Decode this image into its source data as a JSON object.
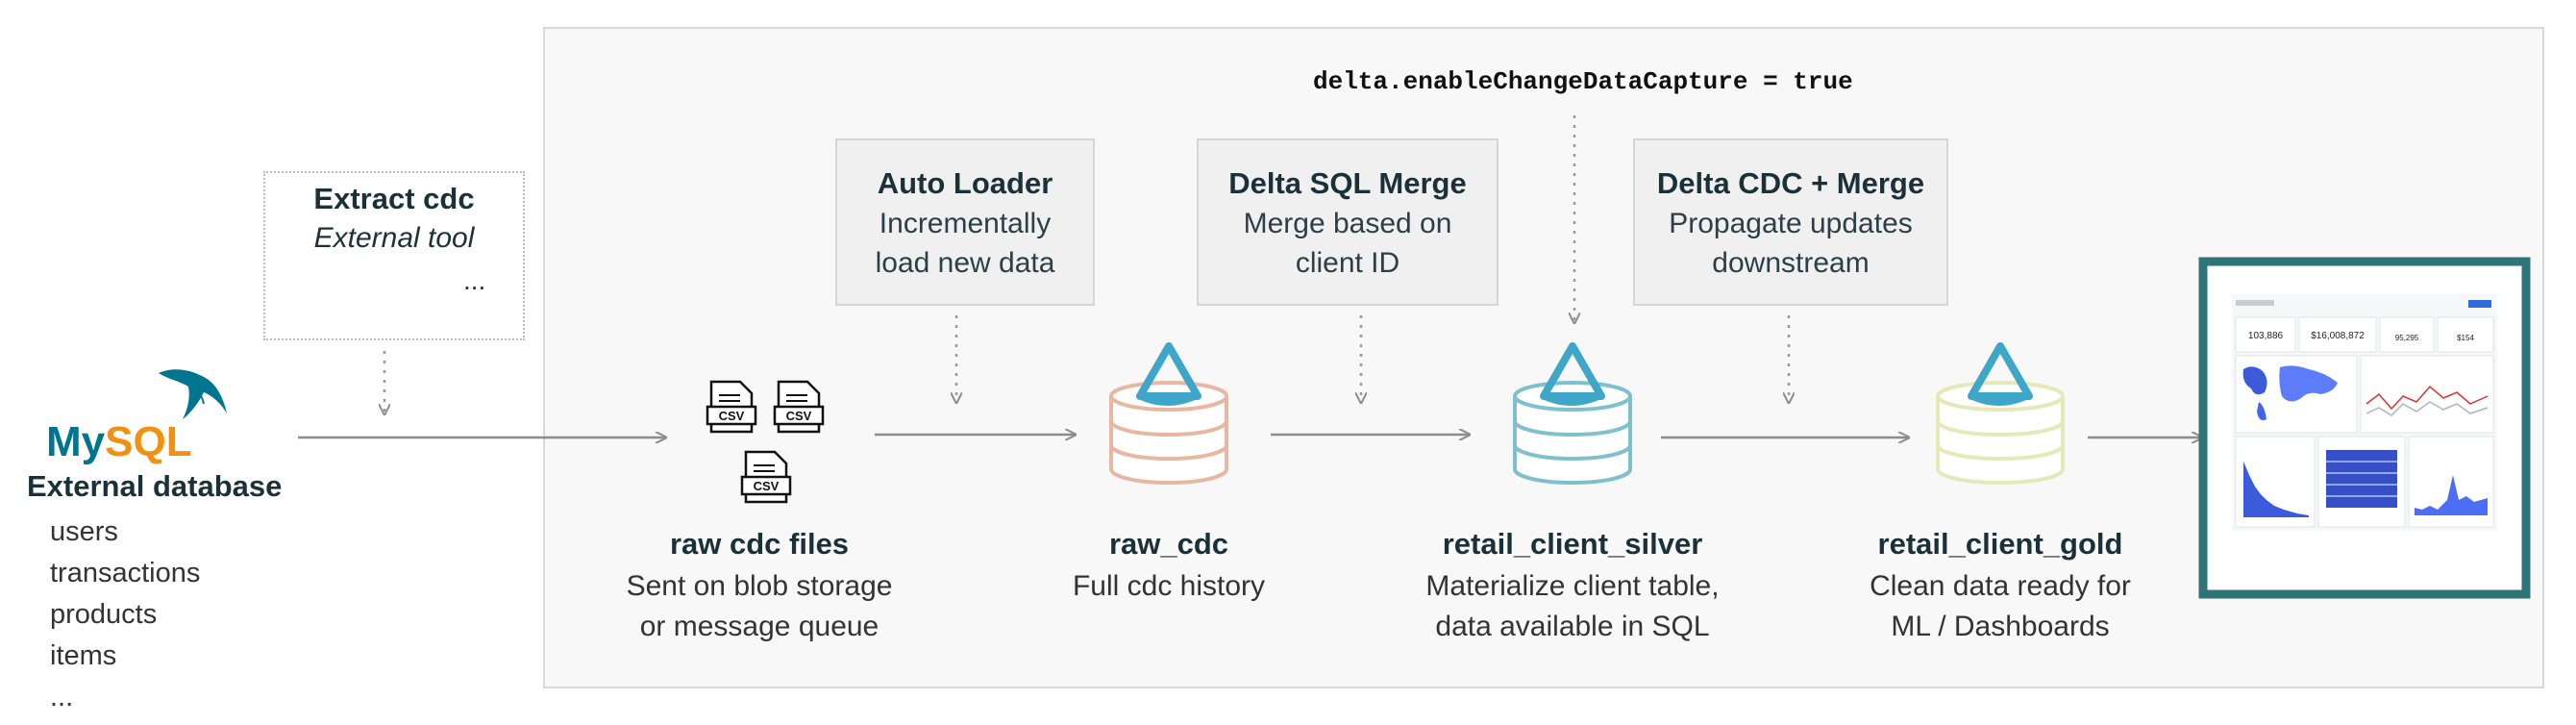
{
  "config_text": "delta.enableChangeDataCapture = true",
  "external_db": {
    "logo_text": "MySQL",
    "title": "External database",
    "tables": [
      "users",
      "transactions",
      "products",
      "items",
      "..."
    ]
  },
  "extract": {
    "title": "Extract cdc",
    "subtitle": "External tool",
    "more": "..."
  },
  "process_boxes": [
    {
      "title": "Auto Loader",
      "lines": [
        "Incrementally",
        "load new data"
      ]
    },
    {
      "title": "Delta SQL Merge",
      "lines": [
        "Merge based on",
        "client ID"
      ]
    },
    {
      "title": "Delta CDC + Merge",
      "lines": [
        "Propagate updates",
        "downstream"
      ]
    }
  ],
  "stages": [
    {
      "title": "raw cdc files",
      "lines": [
        "Sent on blob storage",
        "or message queue"
      ]
    },
    {
      "title": "raw_cdc",
      "lines": [
        "Full cdc history"
      ]
    },
    {
      "title": "retail_client_silver",
      "lines": [
        "Materialize client table,",
        "data available in SQL"
      ]
    },
    {
      "title": "retail_client_gold",
      "lines": [
        "Clean data ready for",
        "ML / Dashboards"
      ]
    }
  ],
  "csv_label": "CSV",
  "colors": {
    "bronze": "#e8b7a2",
    "silver": "#7fc0cf",
    "gold": "#e6e8b8",
    "delta": "#3ea7c9",
    "dashboard_border": "#2e7378",
    "arrow": "#8c8c8c",
    "mysql_blue": "#00758f",
    "mysql_orange": "#f29111"
  },
  "dashboard": {
    "title": "Global Sales report",
    "kpis": [
      "103,886",
      "$16,008,872",
      "95,295",
      "$154"
    ]
  }
}
